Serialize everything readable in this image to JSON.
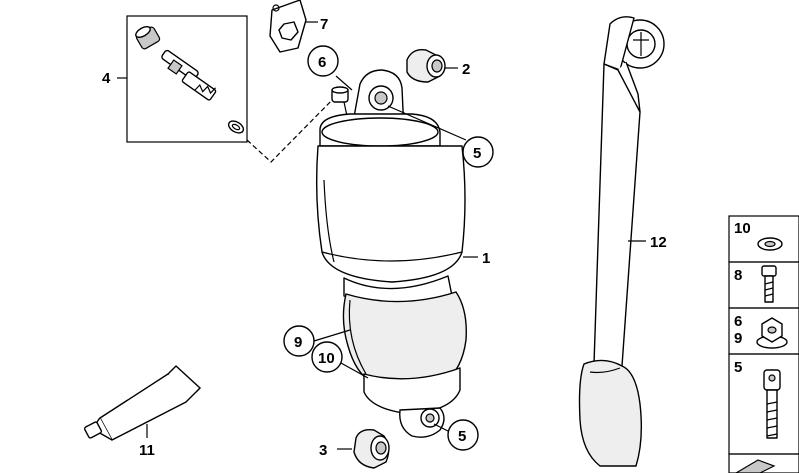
{
  "callouts": {
    "c1": "1",
    "c2": "2",
    "c3": "3",
    "c4": "4",
    "c5a": "5",
    "c5b": "5",
    "c6": "6",
    "c7": "7",
    "c9": "9",
    "c10": "10",
    "c11": "11",
    "c12": "12"
  },
  "sidebar": {
    "items": [
      {
        "labels": [
          "10"
        ]
      },
      {
        "labels": [
          "8"
        ]
      },
      {
        "labels": [
          "6",
          "9"
        ]
      },
      {
        "labels": [
          "5"
        ]
      }
    ]
  }
}
